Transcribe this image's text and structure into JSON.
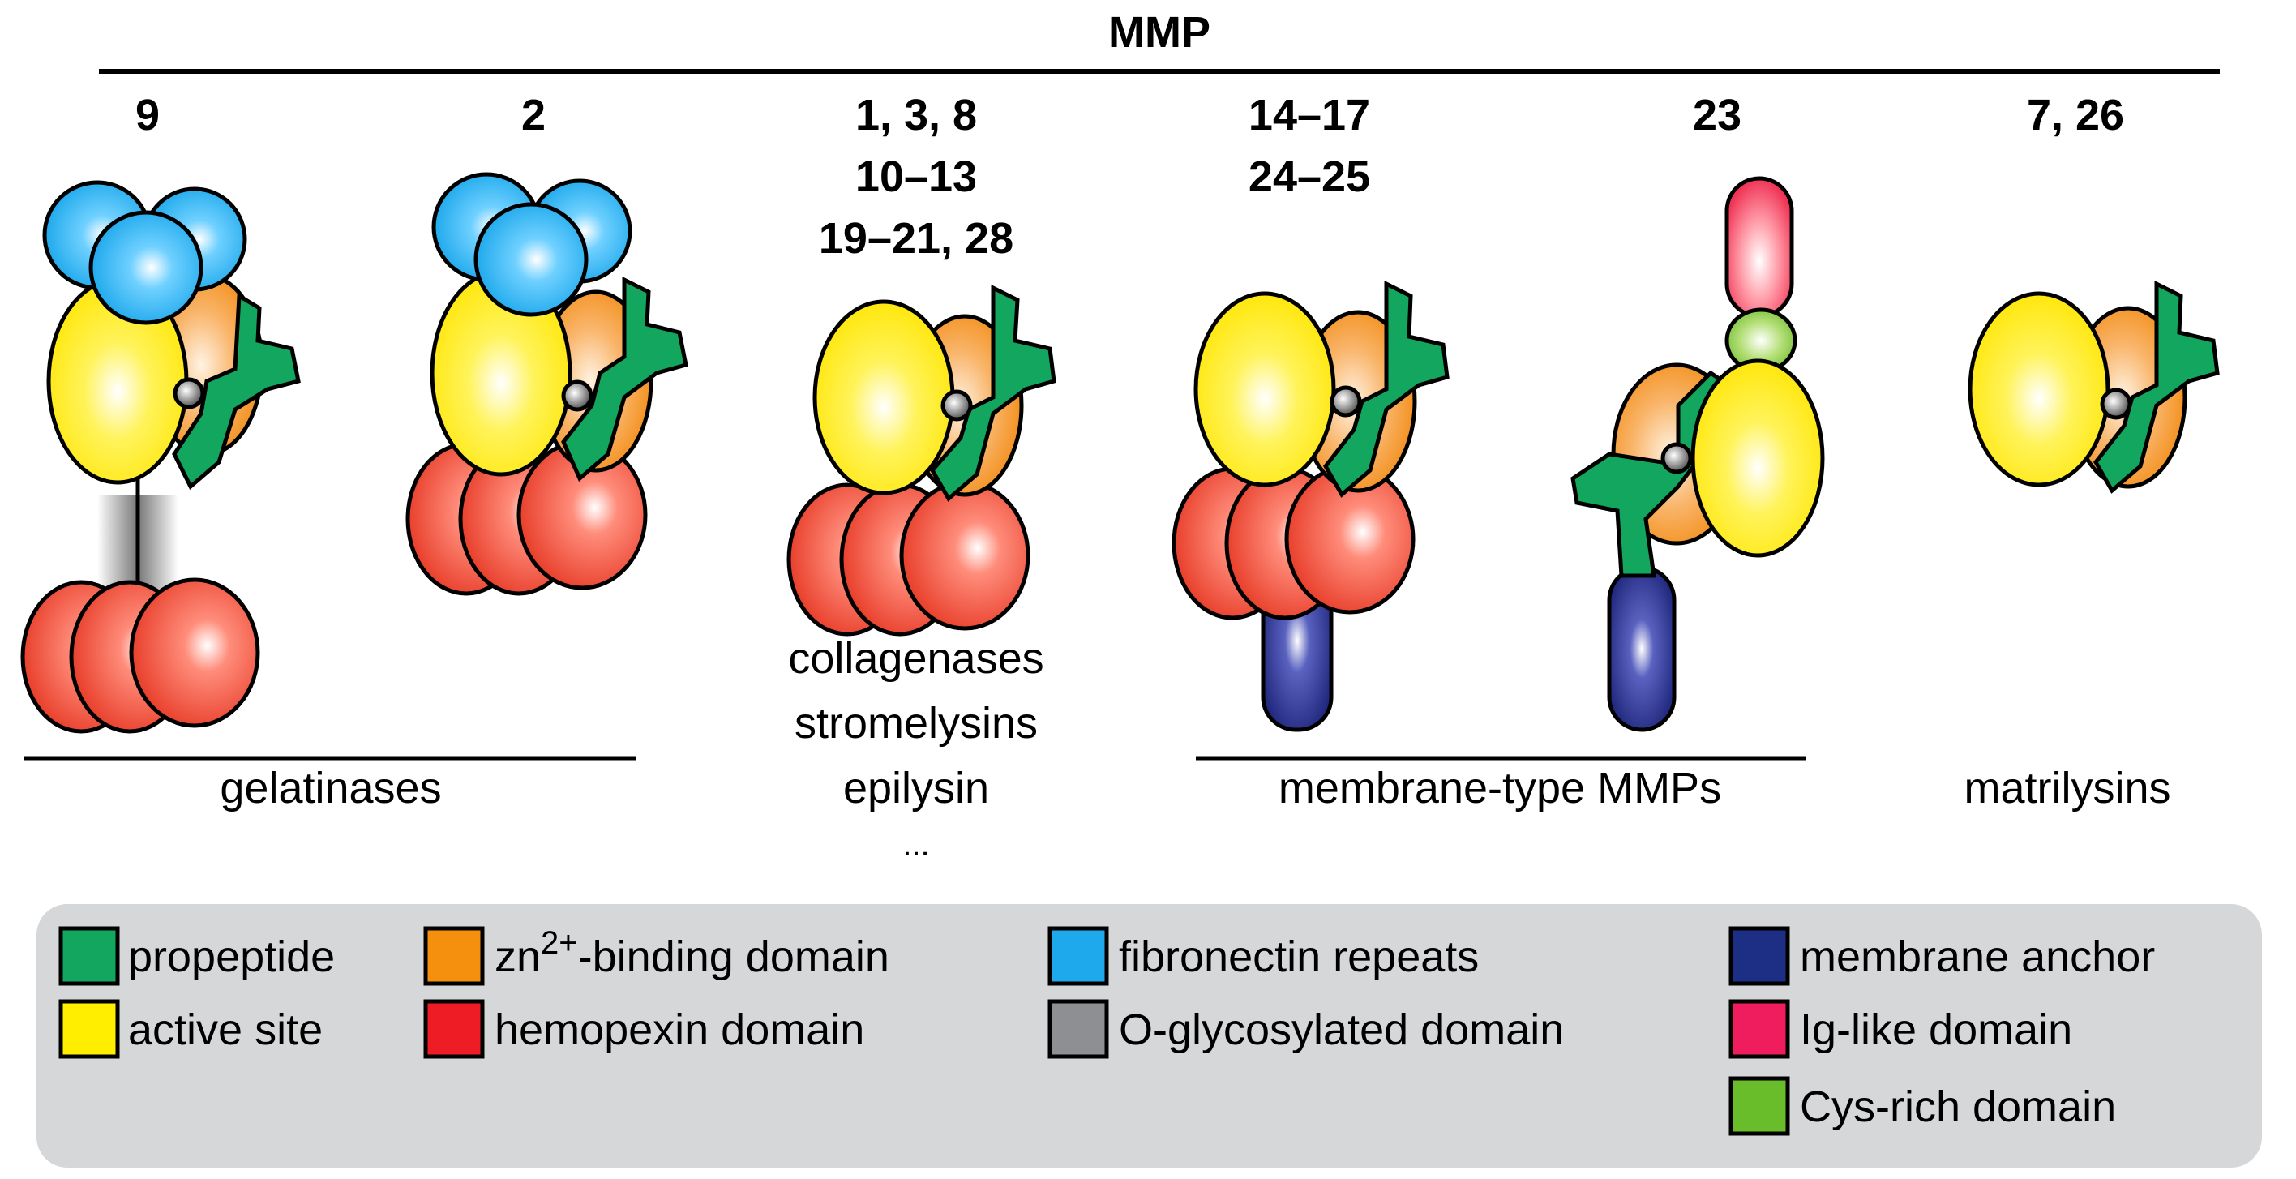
{
  "header": {
    "title": "MMP"
  },
  "columns": [
    {
      "numbers": [
        "9"
      ]
    },
    {
      "numbers": [
        "2"
      ]
    },
    {
      "numbers": [
        "1, 3, 8",
        "10–13",
        "19–21, 28"
      ]
    },
    {
      "numbers": [
        "14–17",
        "24–25"
      ]
    },
    {
      "numbers": [
        "23"
      ]
    },
    {
      "numbers": [
        "7, 26"
      ]
    }
  ],
  "groups": {
    "gelatinases": "gelatinases",
    "collagenases": [
      "collagenases",
      "stromelysins",
      "epilysin",
      "..."
    ],
    "membrane_type": "membrane-type MMPs",
    "matrilysins": "matrilysins"
  },
  "legend": {
    "items": [
      {
        "label": "propeptide",
        "color": "#12a65e",
        "icon": "propeptide-swatch"
      },
      {
        "label": "active site",
        "color": "#ffee00",
        "icon": "active-site-swatch"
      },
      {
        "label_base": "zn",
        "label_sup": "2+",
        "label_rest": "-binding domain",
        "color": "#f5900f",
        "icon": "zn-binding-swatch"
      },
      {
        "label": "hemopexin domain",
        "color": "#ee1c24",
        "icon": "hemopexin-swatch"
      },
      {
        "label": "fibronectin repeats",
        "color": "#1ea9ec",
        "icon": "fibronectin-swatch"
      },
      {
        "label": "O-glycosylated domain",
        "color": "#8d8f92",
        "icon": "o-glycosylated-swatch"
      },
      {
        "label": "membrane anchor",
        "color": "#1c2f84",
        "icon": "membrane-anchor-swatch"
      },
      {
        "label": "Ig-like domain",
        "color": "#ef1c5e",
        "icon": "ig-like-swatch"
      },
      {
        "label": "Cys-rich domain",
        "color": "#69bd2a",
        "icon": "cys-rich-swatch"
      }
    ]
  }
}
